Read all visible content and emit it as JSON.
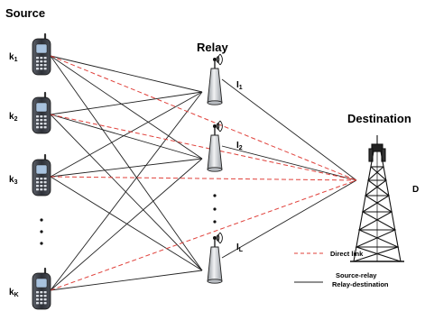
{
  "labels": {
    "source": "Source",
    "relay": "Relay",
    "destination": "Destination",
    "destination_id": "D"
  },
  "sources": [
    {
      "main": "k",
      "sub": "1"
    },
    {
      "main": "k",
      "sub": "2"
    },
    {
      "main": "k",
      "sub": "3"
    },
    {
      "main": "k",
      "sub": "K"
    }
  ],
  "relays": [
    {
      "main": "I",
      "sub": "1"
    },
    {
      "main": "I",
      "sub": "2"
    },
    {
      "main": "I",
      "sub": "L"
    }
  ],
  "legend": {
    "direct": "Direct link",
    "solid_line1": "Source-relay",
    "solid_line2": "Relay-destination"
  },
  "colors": {
    "direct_link": "#e0403a",
    "solid_link": "#222222",
    "phone_body": "#3a3d45",
    "phone_screen": "#a8c2de",
    "relay_body": "#c8ccd1"
  },
  "icons": {
    "source_device": "mobile-phone-icon",
    "relay_device": "relay-antenna-icon",
    "destination_device": "cell-tower-icon"
  }
}
